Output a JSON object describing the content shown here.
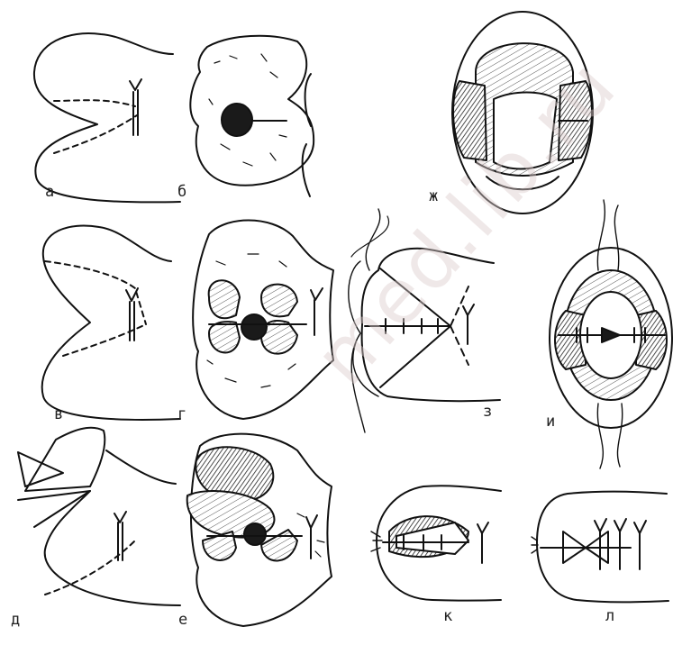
{
  "figure": {
    "panels": [
      {
        "id": "a",
        "label": "а"
      },
      {
        "id": "b",
        "label": "б"
      },
      {
        "id": "zh",
        "label": "ж"
      },
      {
        "id": "v",
        "label": "в"
      },
      {
        "id": "g",
        "label": "г"
      },
      {
        "id": "z",
        "label": "з"
      },
      {
        "id": "i",
        "label": "и"
      },
      {
        "id": "d",
        "label": "д"
      },
      {
        "id": "e",
        "label": "е"
      },
      {
        "id": "k",
        "label": "к"
      },
      {
        "id": "l",
        "label": "л"
      }
    ],
    "watermark": "med.lib.ru"
  }
}
